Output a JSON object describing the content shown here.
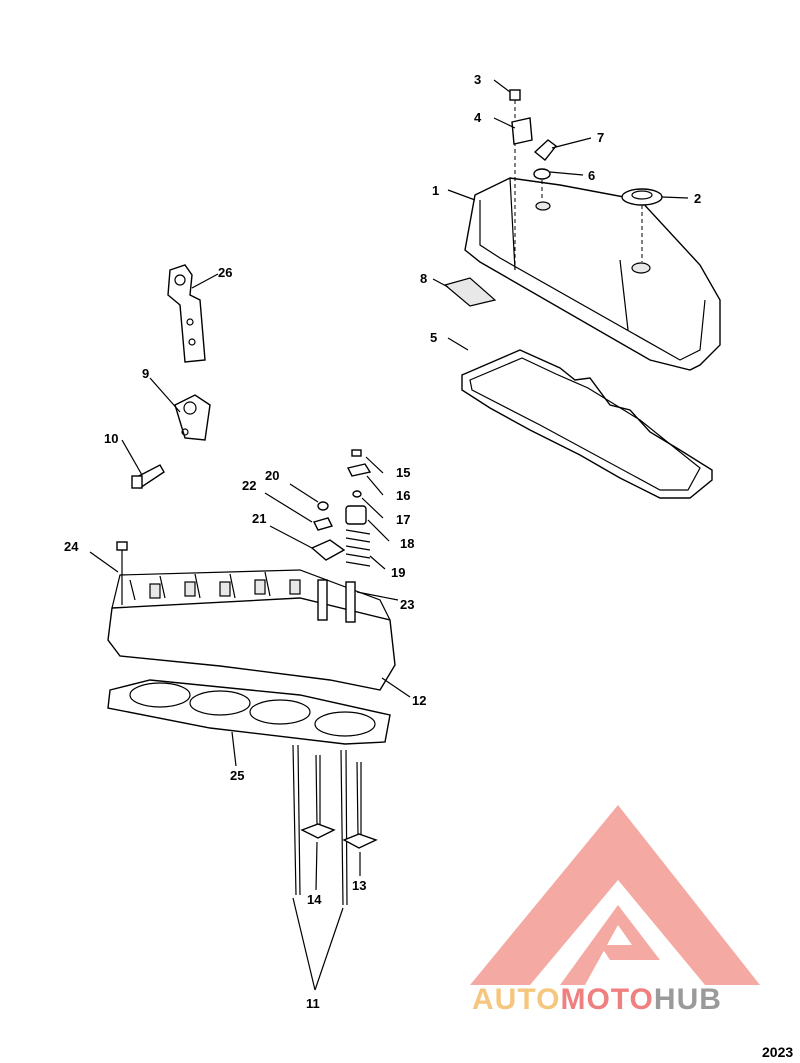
{
  "callouts": {
    "c1": "1",
    "c2": "2",
    "c3": "3",
    "c4": "4",
    "c5": "5",
    "c6": "6",
    "c7": "7",
    "c8": "8",
    "c9": "9",
    "c10": "10",
    "c11": "11",
    "c12": "12",
    "c13": "13",
    "c14": "14",
    "c15": "15",
    "c16": "16",
    "c17": "17",
    "c18": "18",
    "c19": "19",
    "c20": "20",
    "c21": "21",
    "c22": "22",
    "c23": "23",
    "c24": "24",
    "c25": "25",
    "c26": "26"
  },
  "watermark": {
    "part1": "AUTO",
    "part2": "MOTO",
    "part3": "HUB",
    "color_primary": "#f08080",
    "color_secondary": "#f5c77e",
    "color_tertiary": "#9a9a9a"
  },
  "figure_number": "2023"
}
